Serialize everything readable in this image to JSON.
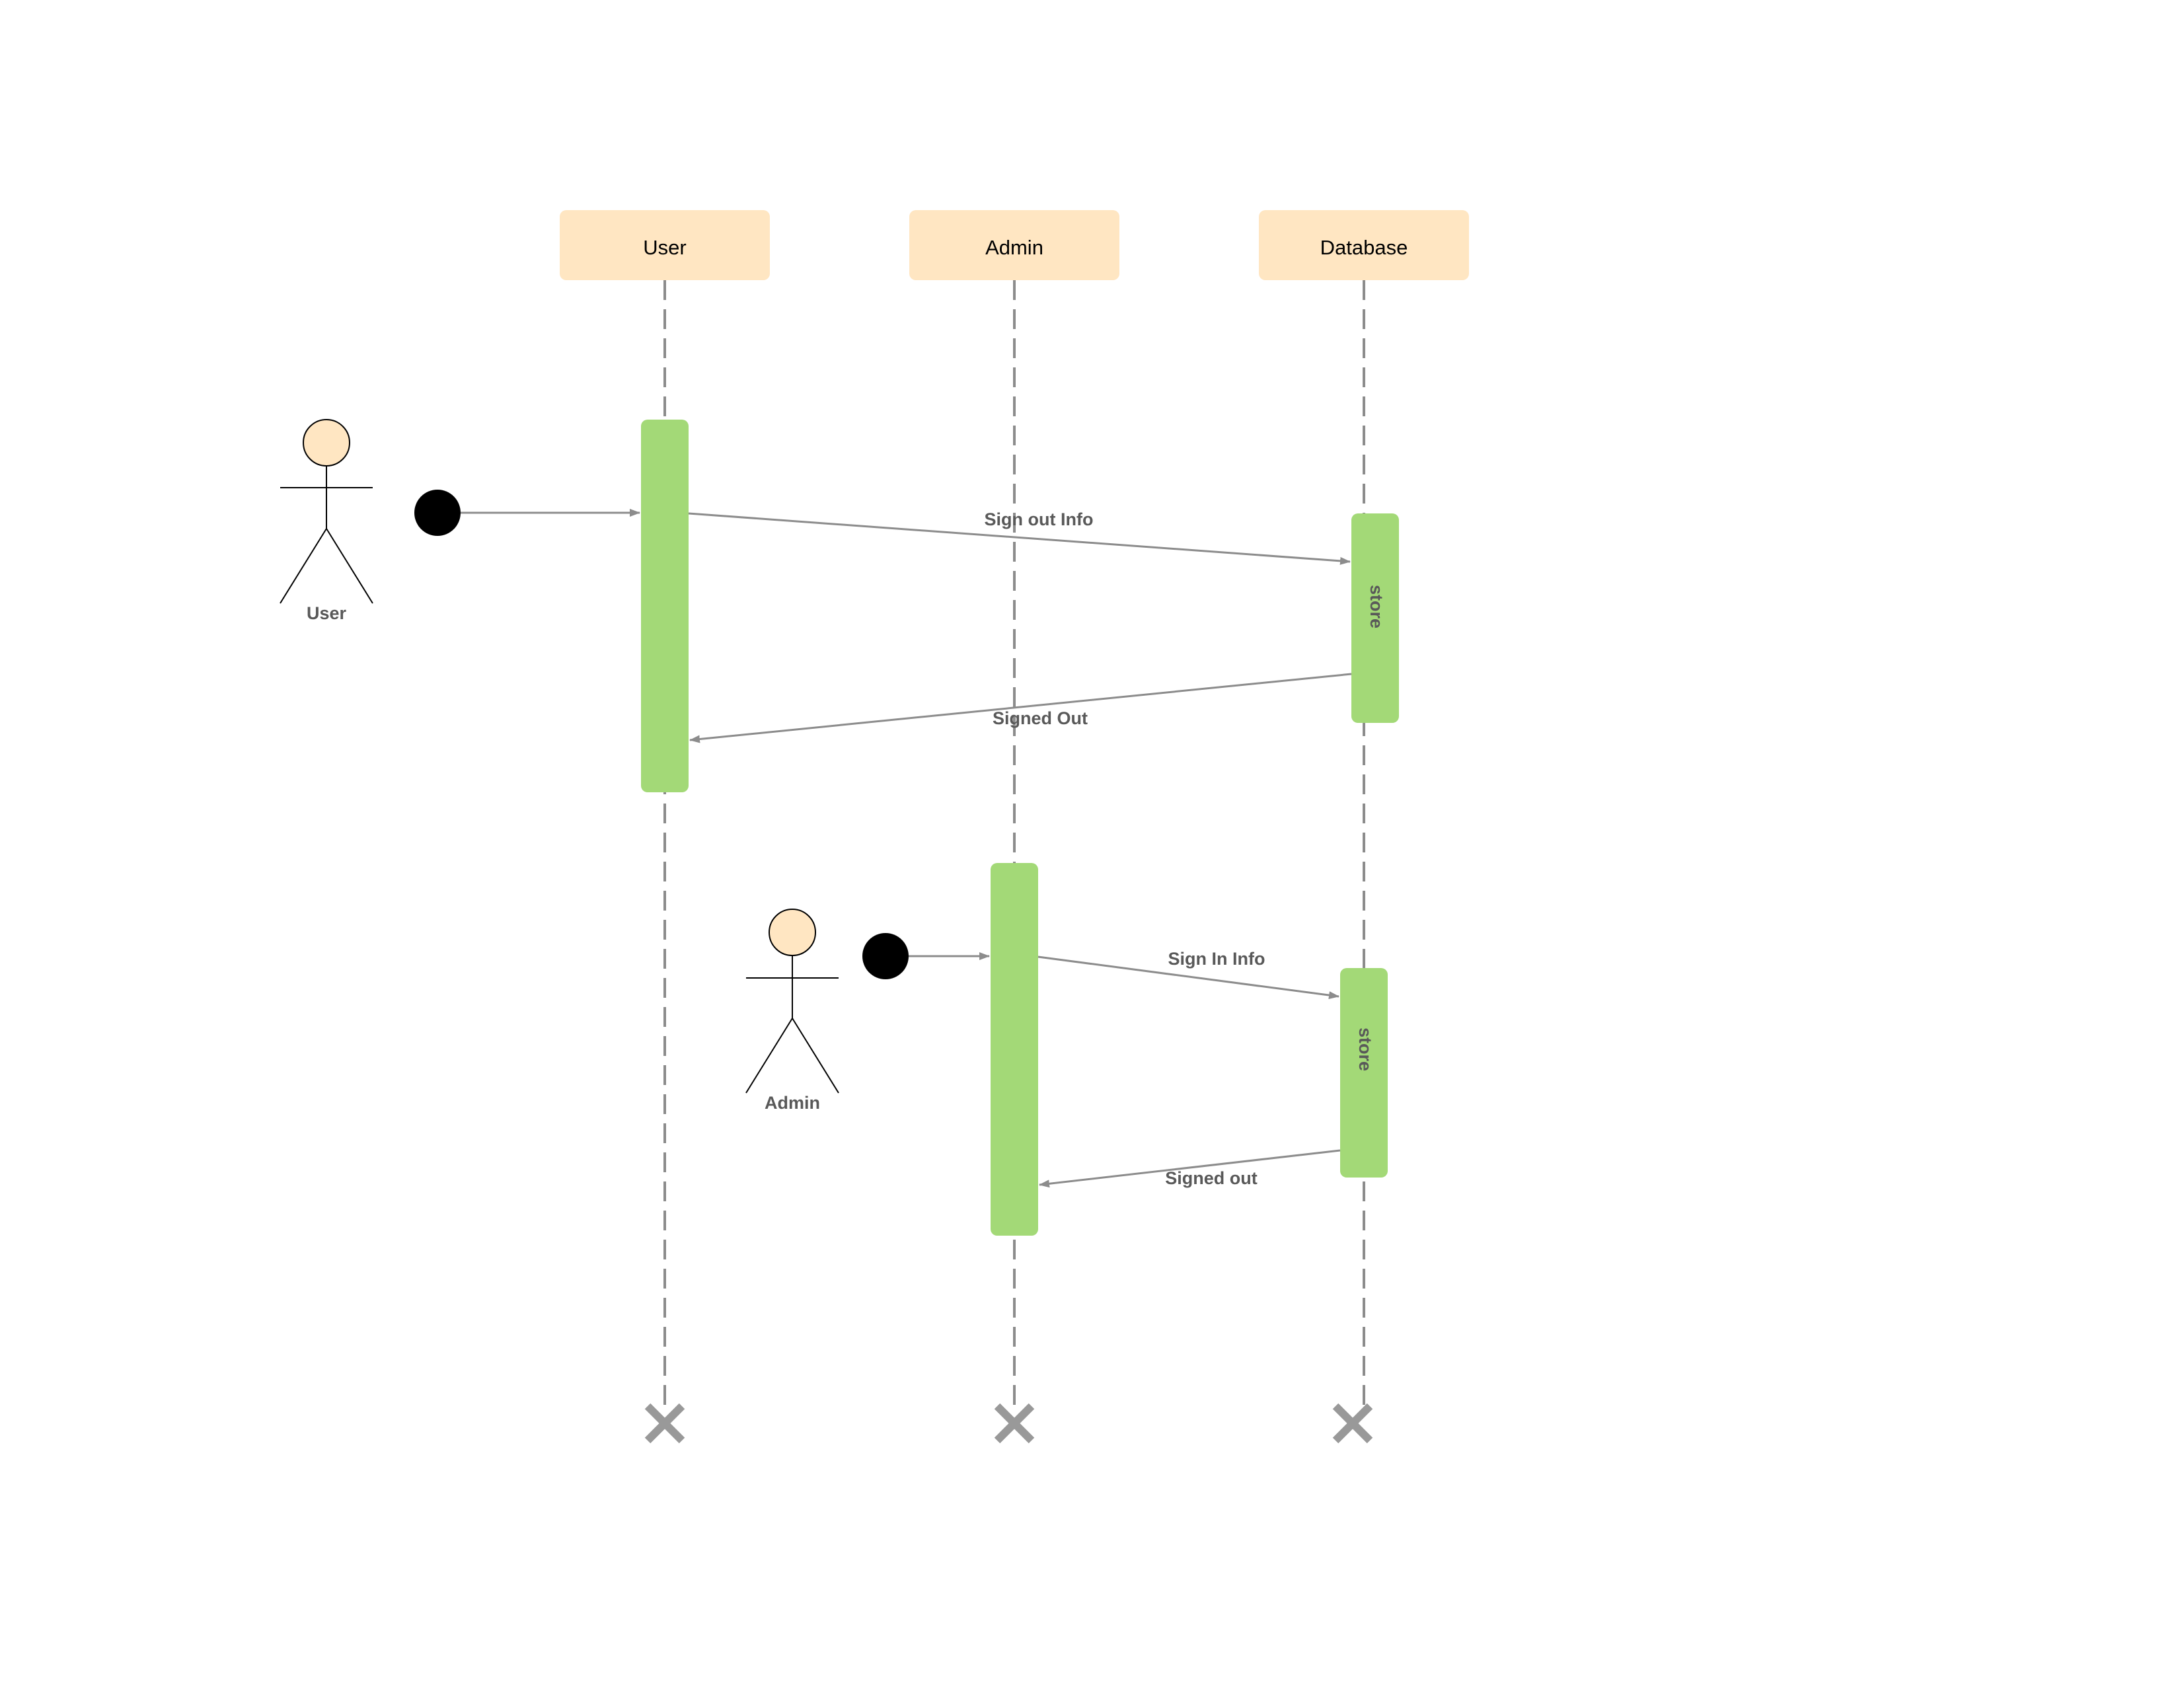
{
  "colors": {
    "lifeline_head": "#FFE6C2",
    "activation": "#A3D977",
    "line": "#8C8C8C",
    "actor_head": "#FFE6C2",
    "start_dot": "#000000",
    "destroy": "#999999",
    "label_text": "#595959"
  },
  "lifelines": [
    {
      "name": "User"
    },
    {
      "name": "Admin"
    },
    {
      "name": "Database"
    }
  ],
  "actors": [
    {
      "name": "User"
    },
    {
      "name": "Admin"
    }
  ],
  "messages": [
    {
      "label": "Sign out Info",
      "from": "User",
      "to": "Database"
    },
    {
      "label": "Signed Out",
      "from": "Database",
      "to": "User"
    },
    {
      "label": "Sign In Info",
      "from": "Admin",
      "to": "Database"
    },
    {
      "label": "Signed out",
      "from": "Database",
      "to": "Admin"
    }
  ],
  "activation_labels": [
    {
      "label": "store",
      "lifeline": "Database"
    },
    {
      "label": "store",
      "lifeline": "Database"
    }
  ]
}
